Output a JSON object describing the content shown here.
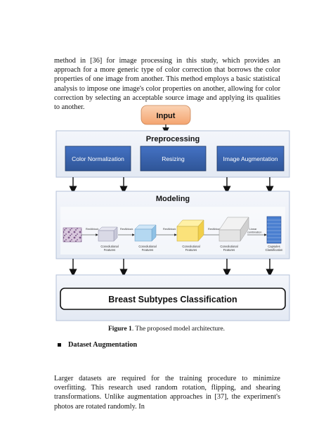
{
  "intro_paragraph": "method in [36] for image processing in this study, which provides an approach for a more generic type of color correction that borrows the color properties of one image from another. This method employs a basic statistical analysis to impose one image's color properties on another, allowing for color correction by selecting an acceptable source image and applying its qualities to another.",
  "figure": {
    "input_label": "Input",
    "preprocessing": {
      "title": "Preprocessing",
      "steps": [
        "Color Normalization",
        "Resizing",
        "Image Augmentation"
      ]
    },
    "modeling": {
      "title": "Modeling",
      "block_labels": [
        "ResNblock",
        "ResNblock",
        "ResNblock",
        "ResNblock"
      ],
      "feature_labels": [
        "Convolutional\nFeatures",
        "Convolutional\nFeatures",
        "Convolutional\nFeatures",
        "Convolutional\nFeatures"
      ],
      "linear_label": "Linear\ncombination",
      "capsules_label": "Capsules\nClassification"
    },
    "output_label": "Breast Subtypes Classification"
  },
  "caption": {
    "prefix": "Figure 1",
    "text": ". The proposed model architecture."
  },
  "section_heading": "Dataset Augmentation",
  "section_paragraph": "Larger datasets are required for the training procedure to minimize overfitting. This research used random rotation, flipping, and shearing transformations. Unlike augmentation approaches in [37], the experiment's photos are rotated randomly. In",
  "colors": {
    "input_orange": "#f5b183",
    "step_blue": "#2f5597",
    "panel_bg": "#eef2f8",
    "panel_border": "#b4c2da"
  }
}
